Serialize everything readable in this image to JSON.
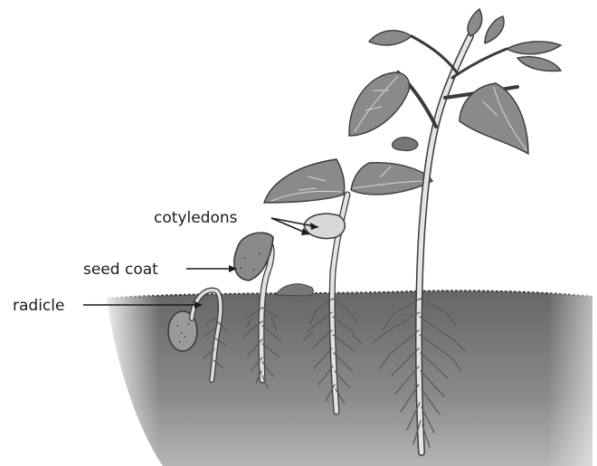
{
  "labels": {
    "cotyledons": "cotyledons",
    "seed_coat": "seed coat",
    "radicle": "radicle"
  },
  "colors": {
    "soil_top": "#6e6e6e",
    "soil_bottom": "#9a9a9a",
    "leaf": "#8a8a8a",
    "outline": "#3a3a3a"
  }
}
